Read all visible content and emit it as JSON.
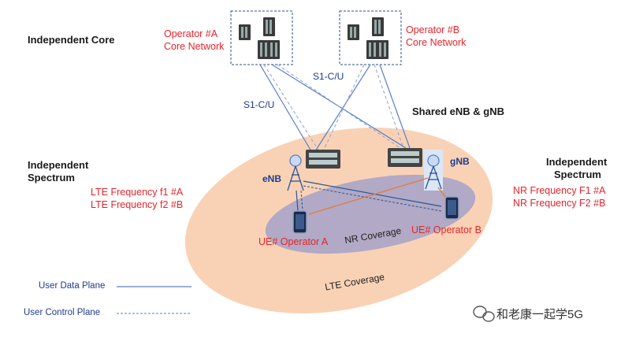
{
  "labels": {
    "independent_core": "Independent Core",
    "independent_spectrum_left_line1": "Independent",
    "independent_spectrum_left_line2": "Spectrum",
    "independent_spectrum_right_line1": "Independent",
    "independent_spectrum_right_line2": "Spectrum",
    "shared_enb_gnb": "Shared eNB & gNB",
    "enb": "eNB",
    "gnb": "gNB",
    "s1_left": "S1-C/U",
    "s1_center": "S1-C/U",
    "nr_coverage": "NR Coverage",
    "lte_coverage": "LTE Coverage"
  },
  "operators": {
    "a_core_line1": "Operator #A",
    "a_core_line2": "Core Network",
    "b_core_line1": "Operator #B",
    "b_core_line2": "Core Network",
    "ue_a": "UE# Operator A",
    "ue_b": "UE# Operator B"
  },
  "frequencies": {
    "lte_f1": "LTE Frequency f1 #A",
    "lte_f2": "LTE Frequency f2 #B",
    "nr_f1": "NR Frequency F1 #A",
    "nr_f2": "NR Frequency F2 #B"
  },
  "legend": {
    "data_plane": "User Data Plane",
    "control_plane": "User Control Plane"
  },
  "watermark": "和老康一起学5G",
  "colors": {
    "operator_red": "#e8232a",
    "link_blue": "#5b7fc7",
    "lte_ellipse": "#f9d2b6",
    "nr_ellipse": "#9e9cc0",
    "ue_link_orange": "#e57a3c"
  }
}
